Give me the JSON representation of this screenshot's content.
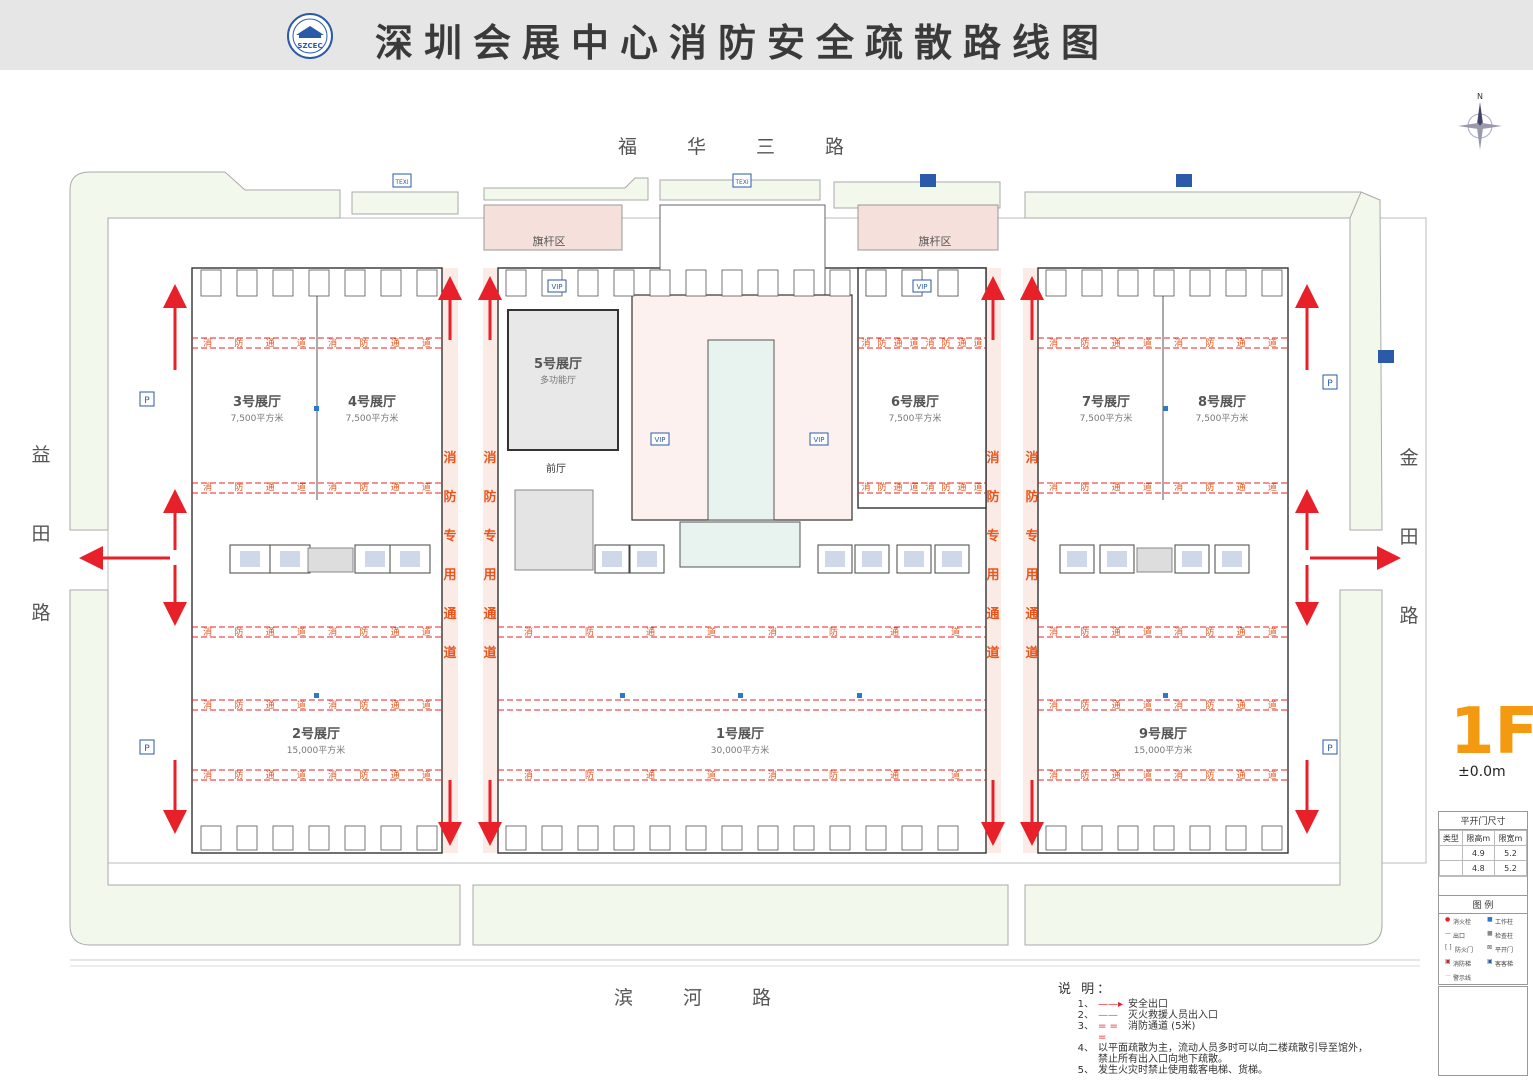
{
  "title": "深圳会展中心消防安全疏散路线图",
  "logo_text": "SZCEC",
  "roads": {
    "north": [
      "福",
      "华",
      "三",
      "路"
    ],
    "south": [
      "滨",
      "河",
      "路"
    ],
    "west": [
      "益",
      "田",
      "路"
    ],
    "east": [
      "金",
      "田",
      "路"
    ]
  },
  "compass_label": "N",
  "taxi_label": "TEXI",
  "flag_area_label": "旗杆区",
  "vip_label": "VIP",
  "parking_label": "P",
  "fire_lane_cell": "消",
  "fire_lane_cells": [
    "消",
    "防",
    "通",
    "道"
  ],
  "fire_lane_vertical": [
    "消",
    "防",
    "专",
    "用",
    "通",
    "道"
  ],
  "front_hall": "前厅",
  "halls": [
    {
      "name": "3号展厅",
      "area": "7,500平方米"
    },
    {
      "name": "4号展厅",
      "area": "7,500平方米"
    },
    {
      "name": "5号展厅",
      "area": "多功能厅"
    },
    {
      "name": "6号展厅",
      "area": "7,500平方米"
    },
    {
      "name": "7号展厅",
      "area": "7,500平方米"
    },
    {
      "name": "8号展厅",
      "area": "7,500平方米"
    },
    {
      "name": "2号展厅",
      "area": "15,000平方米"
    },
    {
      "name": "1号展厅",
      "area": "30,000平方米"
    },
    {
      "name": "9号展厅",
      "area": "15,000平方米"
    }
  ],
  "floor": "1F",
  "elevation": "±0.0m",
  "door_size": {
    "title": "平开门尺寸",
    "headers": [
      "类型",
      "限高m",
      "限宽m"
    ],
    "rows": [
      [
        "",
        "4.9",
        "5.2"
      ],
      [
        "",
        "4.8",
        "5.2"
      ]
    ]
  },
  "legend": {
    "title": "图 例",
    "items": [
      "消火栓",
      "工作柱",
      "出口",
      "检查柱",
      "防火门",
      "平开门",
      "消防梯",
      "客客梯",
      "警示线"
    ]
  },
  "notes": {
    "heading": "说 明：",
    "items": [
      {
        "n": "1、",
        "text": "安全出口"
      },
      {
        "n": "2、",
        "text": "灭火救援人员出入口"
      },
      {
        "n": "3、",
        "text": "消防通道 (5米)"
      },
      {
        "n": "4、",
        "text": "以平面疏散为主，流动人员多时可以向二楼疏散引导至馆外，"
      },
      {
        "n": "",
        "text": "禁止所有出入口向地下疏散。"
      },
      {
        "n": "5、",
        "text": "发生火灾时禁止使用载客电梯、货梯。"
      }
    ]
  },
  "colors": {
    "accent": "#f39a10",
    "exit": "#e8202a",
    "fire_lane": "#e8561e",
    "green_road": "#f3f8ec"
  }
}
